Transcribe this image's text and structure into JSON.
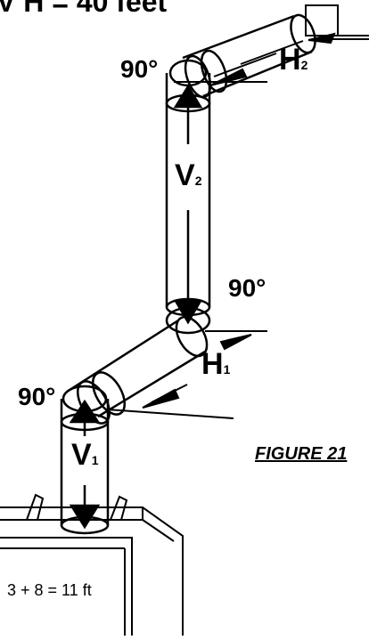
{
  "header_partial": "V  H  = 40 feet",
  "labels": {
    "angle_top": "90°",
    "angle_mid": "90°",
    "angle_bottom": "90°",
    "h2": "H",
    "h2_sub": "2",
    "v2": "V",
    "v2_sub": "2",
    "h1": "H",
    "h1_sub": "1",
    "v1": "V",
    "v1_sub": "1",
    "figure": "FIGURE 21",
    "formula": "3 + 8 = 11 ft"
  },
  "colors": {
    "ink": "#000000",
    "paper": "#ffffff"
  }
}
